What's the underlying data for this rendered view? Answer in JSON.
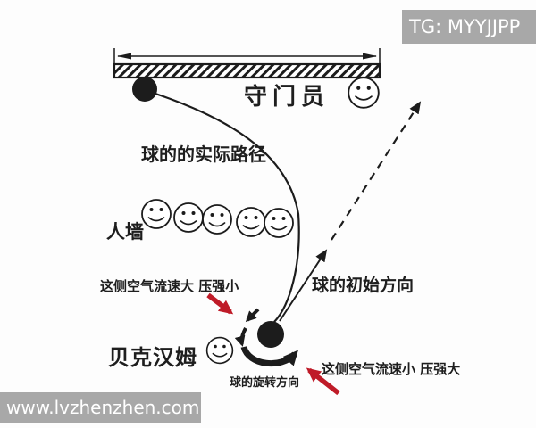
{
  "watermarks": {
    "top_right": "TG: MYYJJPP",
    "bottom_left": "www.lvzhenzhen.com"
  },
  "labels": {
    "goalkeeper": "守门员",
    "actual_path": "球的的实际路径",
    "wall": "人墙",
    "initial_direction": "球的初始方向",
    "air_fast_side": "这侧空气流速大 压强小",
    "air_slow_side": "这侧空气流速小 压强大",
    "player": "贝克汉姆",
    "rotation": "球的旋转方向"
  },
  "icons": {
    "goal": "hatched-goal-bar",
    "goal_width": "double-headed-dimension-arrow",
    "goalkeeper_face": "smiley-face-icon",
    "wall_faces": "smiley-face-icon",
    "wall_faces_count": 5,
    "player_face": "smiley-face-icon",
    "ball_at_goal": "black-ball-dot",
    "ball_at_kick": "black-ball-dot",
    "actual_path": "curved-path-line",
    "initial_direction": "dashed-arrow-line",
    "rotation_arrow": "curved-rotation-arrow",
    "airflow_fast_arrow": "red-arrow",
    "airflow_slow_arrow": "red-arrow",
    "spin_flow_arrows": "small-black-arrows"
  },
  "colors": {
    "ink": "#1c1c1c",
    "arrow_red": "#bf1b28",
    "watermark_bg": "#a8a8a8",
    "watermark_text": "#ffffff",
    "canvas": "#fdfdfd"
  }
}
